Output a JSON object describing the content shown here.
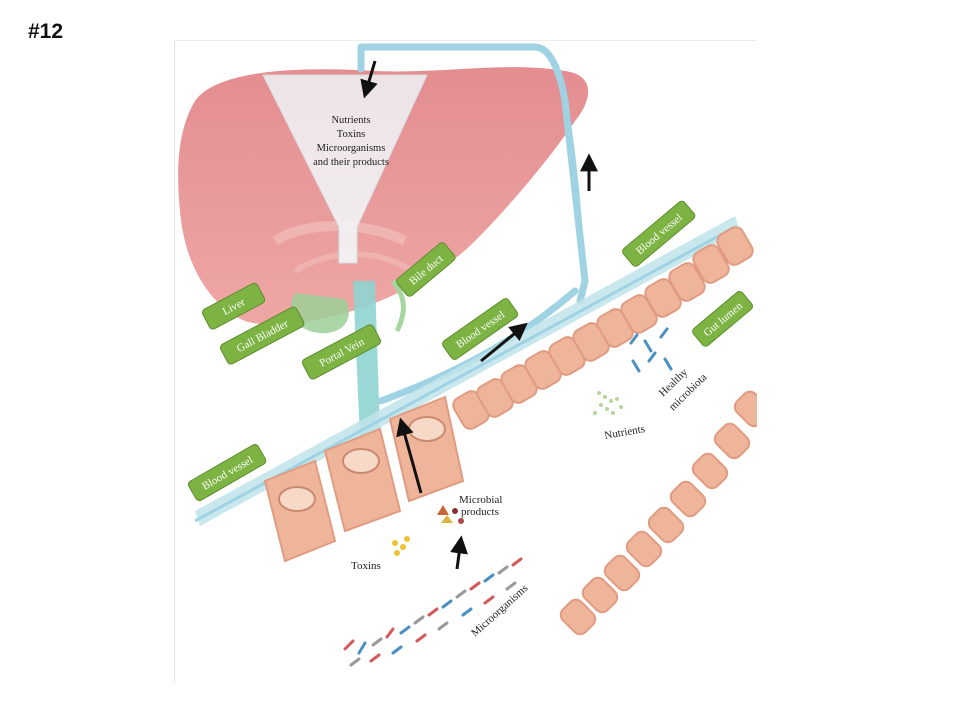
{
  "slide": {
    "number": "#12"
  },
  "colors": {
    "liver": "#e79a9b",
    "vessel": "#9fd3e4",
    "cell": "#efb59b",
    "tag": "#7cb343",
    "portal_vein": "#8fd4d1"
  },
  "diagram": {
    "funnel_lines": [
      "Nutrients",
      "Toxins",
      "Microorganisms",
      "and their products"
    ],
    "tags": {
      "liver": "Liver",
      "gall_bladder": "Gall Bladder",
      "portal_vein": "Portal Vein",
      "bile_duct": "Bile duct",
      "blood_vessel_upper": "Blood vessel",
      "blood_vessel_mid": "Blood vessel",
      "blood_vessel_lower": "Blood vessel",
      "gut_lumen": "Gut lumen"
    },
    "labels": {
      "microbial_products_1": "Microbial",
      "microbial_products_2": "products",
      "toxins": "Toxins",
      "microorganisms": "Microorganisms",
      "nutrients": "Nutrients",
      "healthy_microbiota_1": "Healthy",
      "healthy_microbiota_2": "microbiota"
    }
  }
}
